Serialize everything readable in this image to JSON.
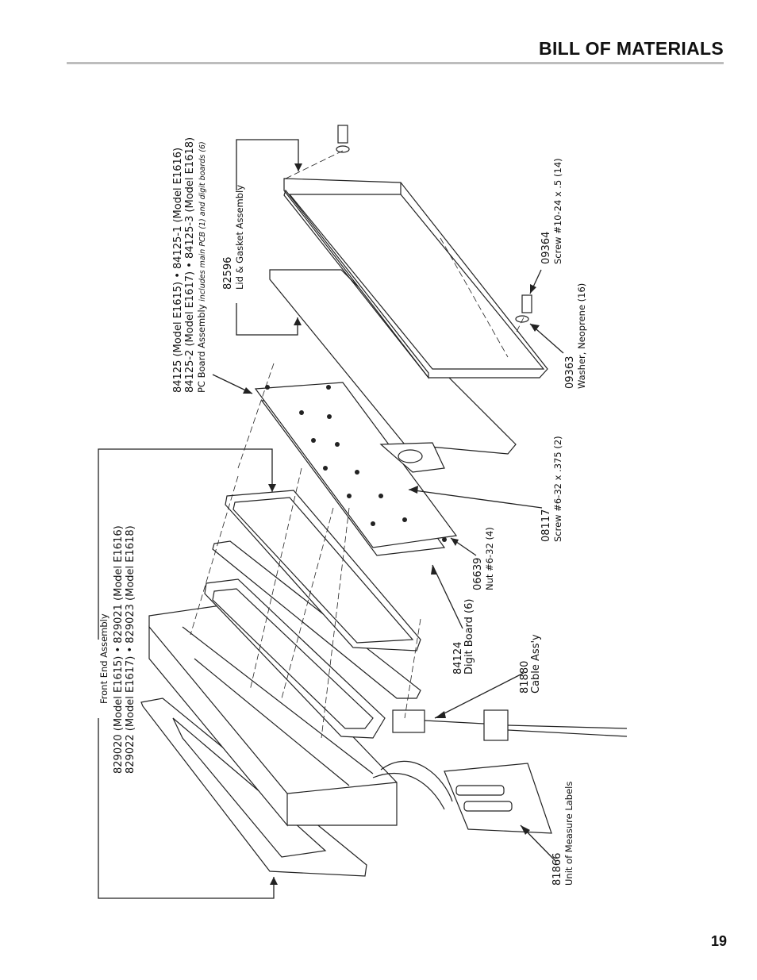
{
  "header": {
    "title": "BILL OF MATERIALS"
  },
  "footer": {
    "page_number": "19"
  },
  "callouts": {
    "front_end": {
      "title": "Front End Assembly",
      "line1": "829020 (Model E1615) • 829021 (Model E1616)",
      "line2": "829022 (Model E1617) • 829023 (Model E1618)"
    },
    "uom_labels": {
      "part": "81866",
      "desc": "Unit of Measure Labels"
    },
    "cable": {
      "part": "81880",
      "desc": "Cable Ass'y"
    },
    "digit_board": {
      "part": "84124",
      "desc": "Digit Board (6)"
    },
    "nut": {
      "part": "06639",
      "desc": "Nut #6-32 (4)"
    },
    "screw_6_32": {
      "part": "08117",
      "desc": "Screw #6-32 x .375 (2)"
    },
    "washer": {
      "part": "09363",
      "desc": "Washer, Neoprene (16)"
    },
    "screw_10_24": {
      "part": "09364",
      "desc": "Screw #10-24 x .5 (14)"
    },
    "lid": {
      "part": "82596",
      "desc": "Lid & Gasket Assembly"
    },
    "pc_board": {
      "line1": "84125 (Model E1615) • 84125-1 (Model E1616)",
      "line2": "84125-2 (Model E1617) • 84125-3 (Model E1618)",
      "line3": "PC Board Assembly",
      "line3_note": "includes main PCB (1) and digit boards (6)"
    }
  }
}
